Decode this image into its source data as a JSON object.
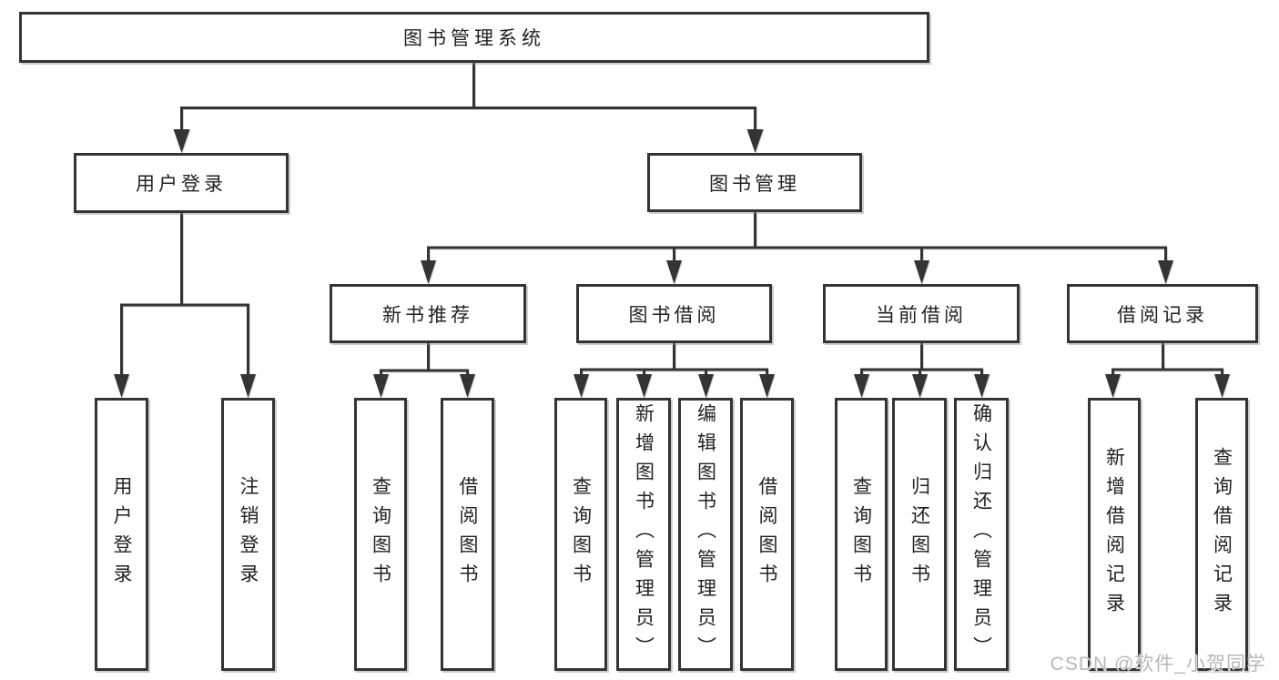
{
  "tree": {
    "root": {
      "label": "图书管理系统"
    },
    "children": [
      {
        "label": "用户登录",
        "leaves": [
          "用户登录",
          "注销登录"
        ]
      },
      {
        "label": "图书管理",
        "children": [
          {
            "label": "新书推荐",
            "leaves": [
              "查询图书",
              "借阅图书"
            ]
          },
          {
            "label": "图书借阅",
            "leaves": [
              "查询图书",
              "新增图书（管理员）",
              "编辑图书（管理员）",
              "借阅图书"
            ]
          },
          {
            "label": "当前借阅",
            "leaves": [
              "查询图书",
              "归还图书",
              "确认归还（管理员）"
            ]
          },
          {
            "label": "借阅记录",
            "leaves": [
              "新增借阅记录",
              "查询借阅记录"
            ]
          }
        ]
      }
    ]
  },
  "watermark": {
    "text": "CSDN @软件_小贺同学"
  },
  "colors": {
    "line": "#343434",
    "box_border": "#343434",
    "text": "#222222",
    "watermark": "#b8b8b8",
    "background": "#ffffff"
  }
}
